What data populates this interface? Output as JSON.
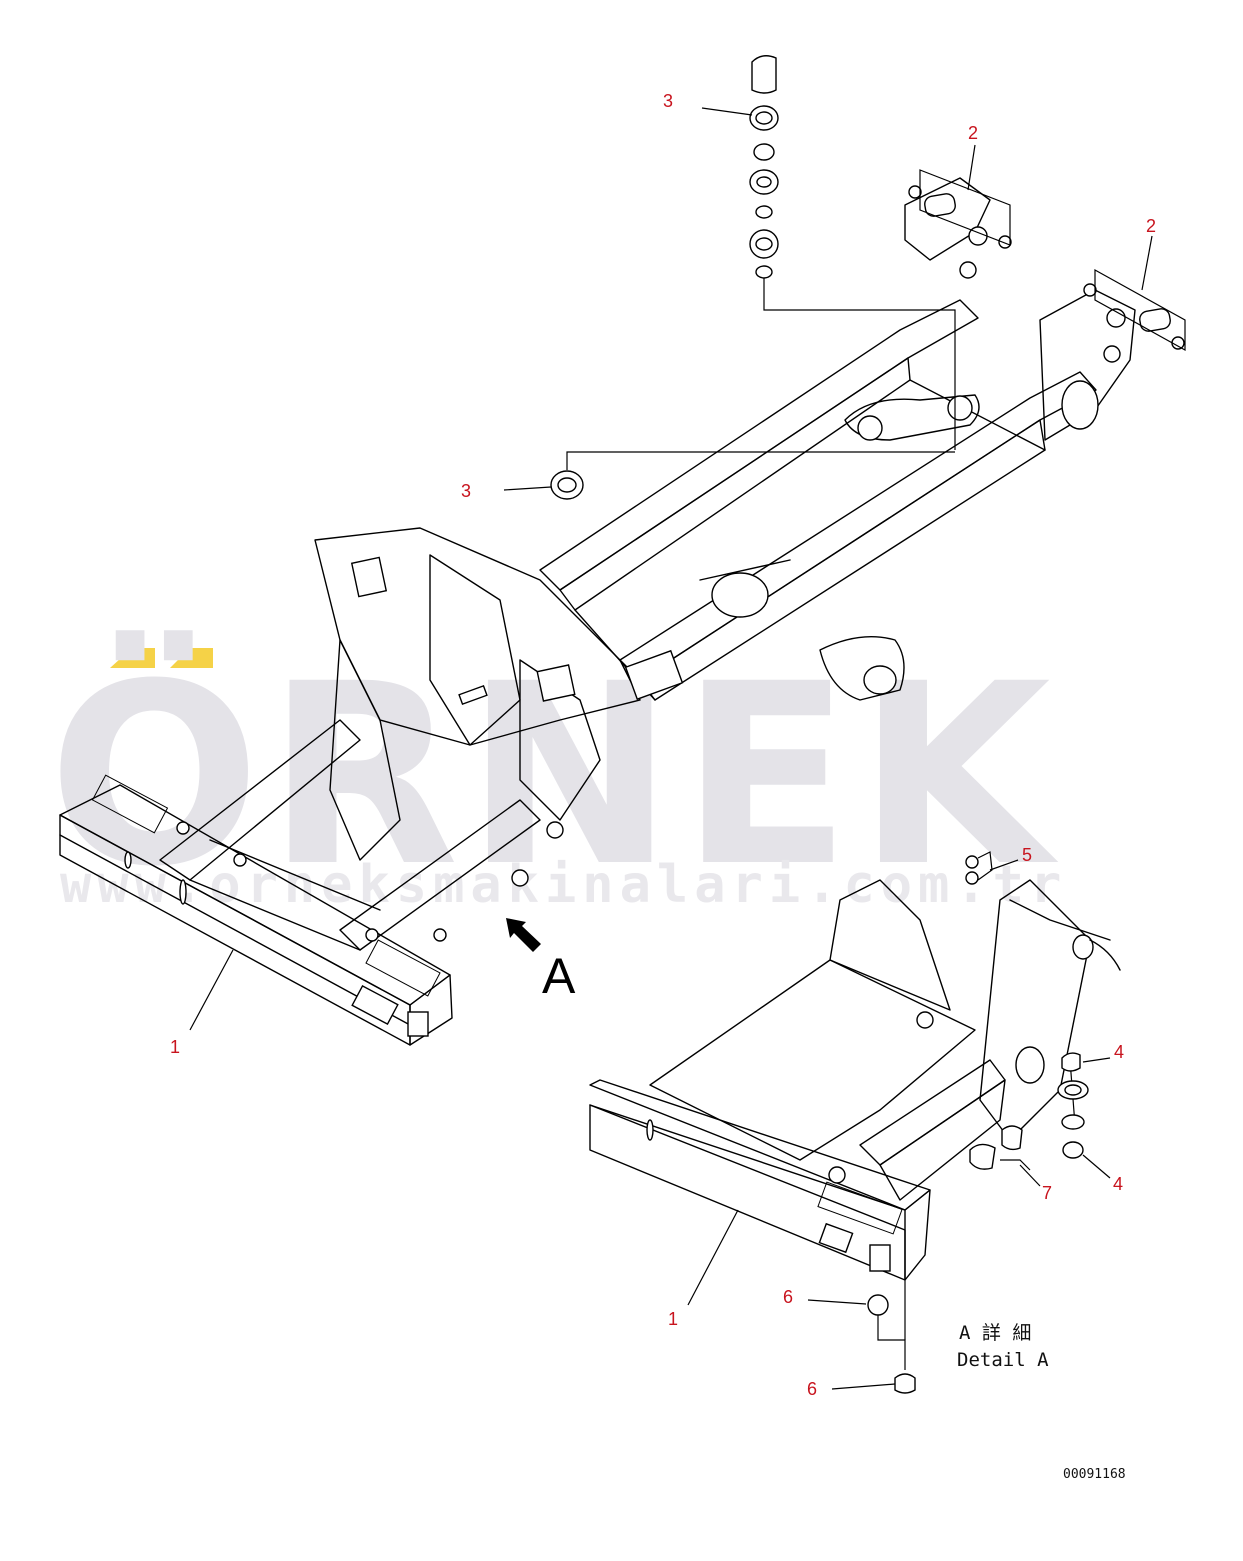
{
  "watermark": {
    "brand": "ÖRNEK",
    "url": "www.orneksmakinalari.com.tr",
    "accent_color": "#f5d247"
  },
  "callouts": {
    "c1a": "1",
    "c1b": "1",
    "c2a": "2",
    "c2b": "2",
    "c3a": "3",
    "c3b": "3",
    "c4a": "4",
    "c4b": "4",
    "c5": "5",
    "c6a": "6",
    "c6b": "6",
    "c7": "7"
  },
  "view_arrow_label": "A",
  "detail_caption": {
    "line1": "A 詳 細",
    "line2": "Detail A"
  },
  "drawing_number": "00091168",
  "colors": {
    "callout": "#c8141e",
    "line": "#000000",
    "watermark": "#e4e3e8"
  }
}
